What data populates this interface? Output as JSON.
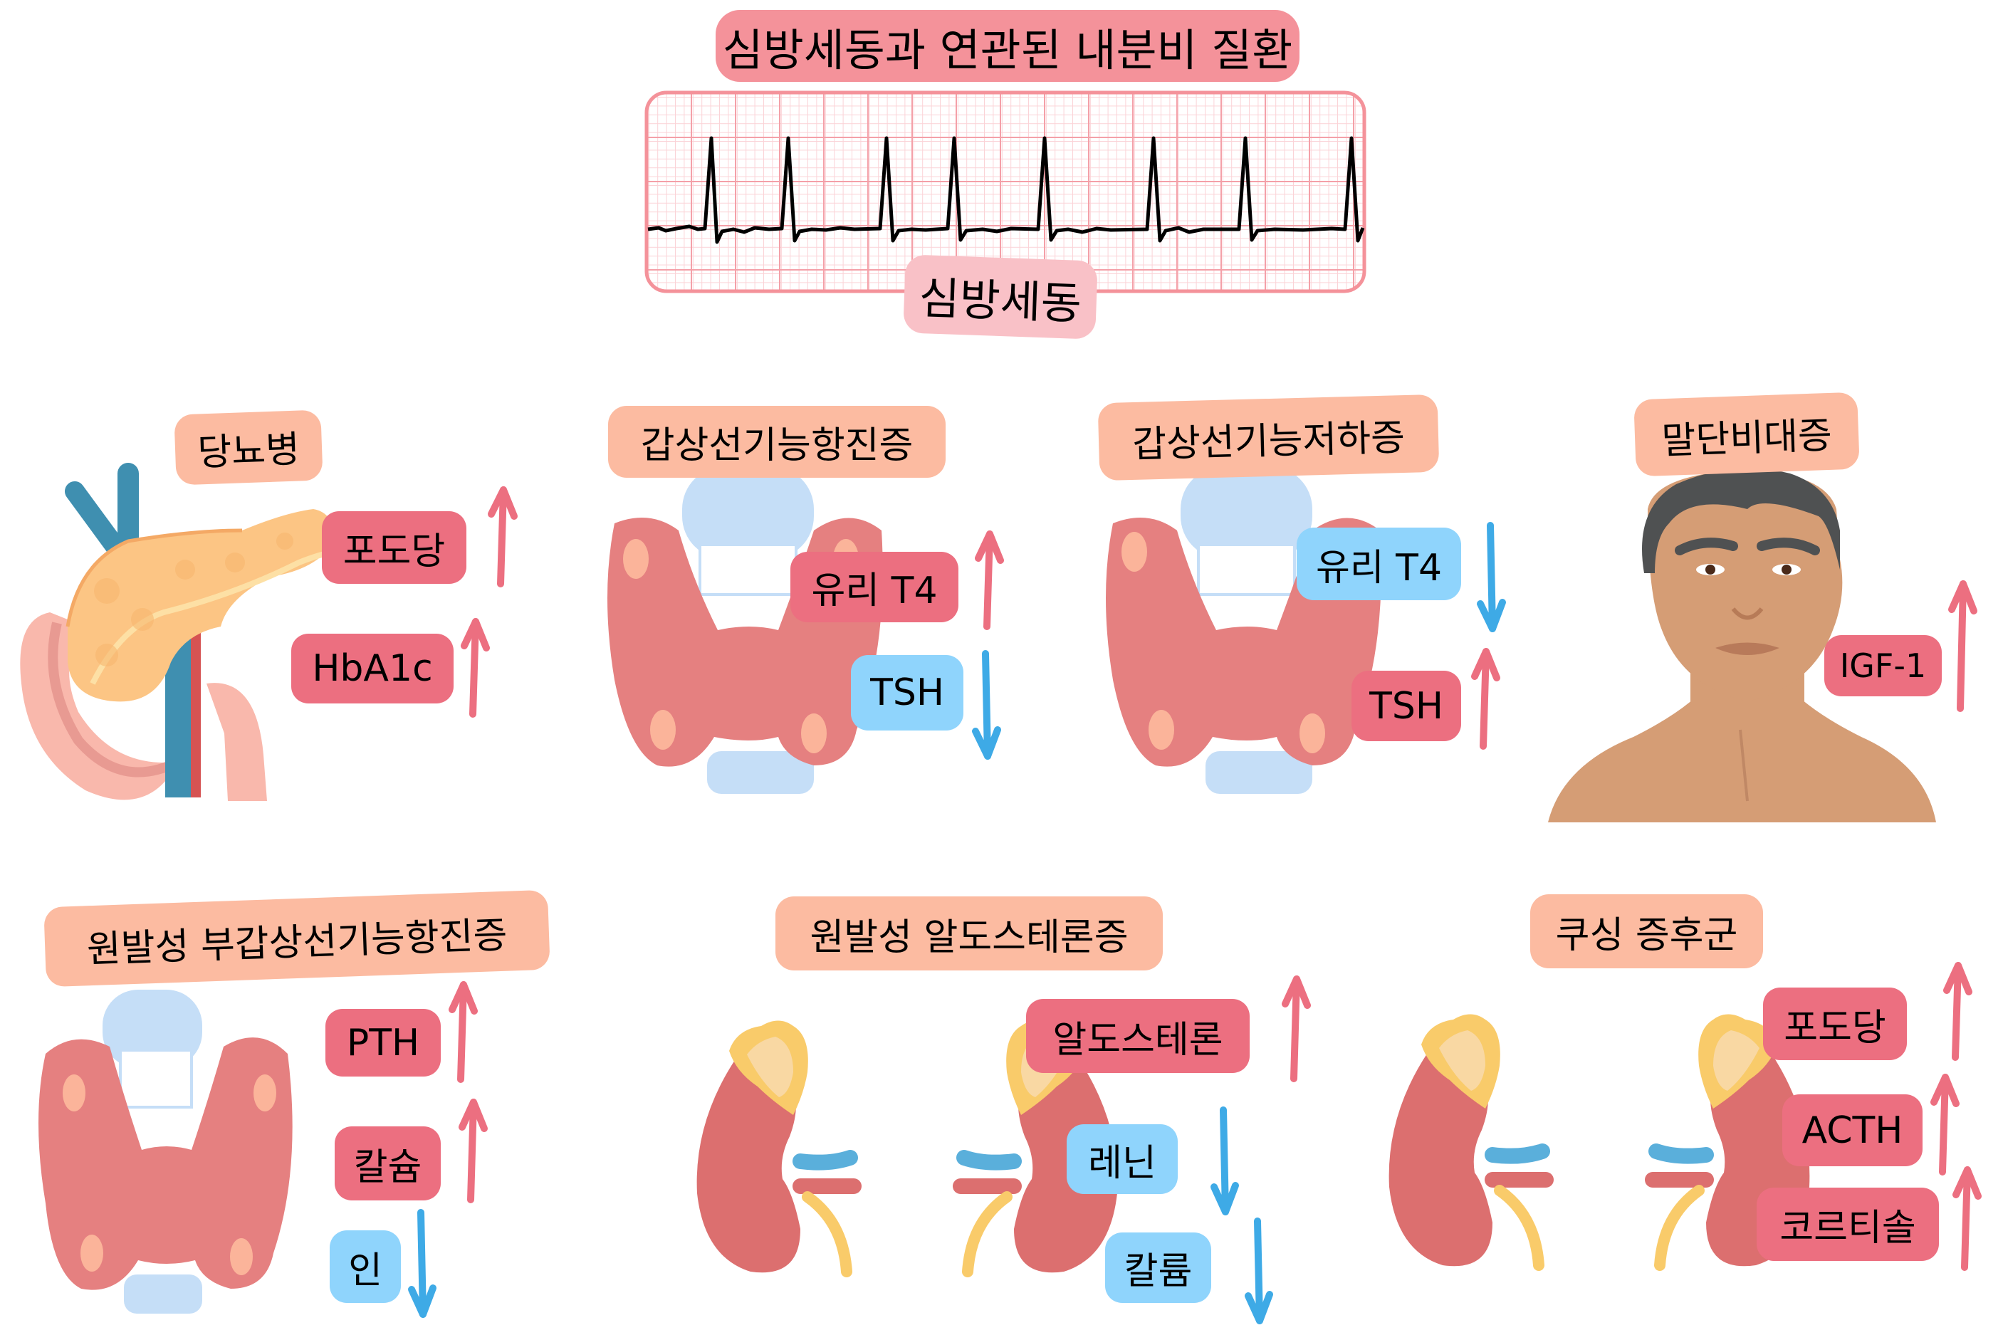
{
  "title": "심방세동과 연관된 내분비 질환",
  "ecg": {
    "label": "심방세동",
    "colors": {
      "paper_border": "#f4929a",
      "major_grid": "#f4a0a8",
      "minor_grid": "#fbd3d7",
      "trace": "#000000"
    }
  },
  "colors": {
    "title_bg": "#f4929a",
    "condition_bg": "#fcbba1",
    "increase_bg": "#ec6f80",
    "decrease_bg": "#8fd4fc",
    "arrow_up": "#ec6f80",
    "arrow_down": "#3eaae6"
  },
  "conditions": [
    {
      "id": "diabetes",
      "name": "당뇨병",
      "illustration": "pancreas",
      "markers": [
        {
          "label": "포도당",
          "direction": "up"
        },
        {
          "label": "HbA1c",
          "direction": "up"
        }
      ]
    },
    {
      "id": "hyperthyroidism",
      "name": "갑상선기능항진증",
      "illustration": "thyroid",
      "markers": [
        {
          "label": "유리 T4",
          "direction": "up"
        },
        {
          "label": "TSH",
          "direction": "down"
        }
      ]
    },
    {
      "id": "hypothyroidism",
      "name": "갑상선기능저하증",
      "illustration": "thyroid",
      "markers": [
        {
          "label": "유리 T4",
          "direction": "down"
        },
        {
          "label": "TSH",
          "direction": "up"
        }
      ]
    },
    {
      "id": "acromegaly",
      "name": "말단비대증",
      "illustration": "face",
      "markers": [
        {
          "label": "IGF-1",
          "direction": "up"
        }
      ]
    },
    {
      "id": "primary-hyperparathyroidism",
      "name": "원발성 부갑상선기능항진증",
      "illustration": "thyroid-parathyroid",
      "markers": [
        {
          "label": "PTH",
          "direction": "up"
        },
        {
          "label": "칼슘",
          "direction": "up"
        },
        {
          "label": "인",
          "direction": "down"
        }
      ]
    },
    {
      "id": "primary-aldosteronism",
      "name": "원발성 알도스테론증",
      "illustration": "kidneys-adrenal",
      "markers": [
        {
          "label": "알도스테론",
          "direction": "up"
        },
        {
          "label": "레닌",
          "direction": "down"
        },
        {
          "label": "칼륨",
          "direction": "down"
        }
      ]
    },
    {
      "id": "cushing-syndrome",
      "name": "쿠싱 증후군",
      "illustration": "kidneys-adrenal",
      "markers": [
        {
          "label": "포도당",
          "direction": "up"
        },
        {
          "label": "ACTH",
          "direction": "up"
        },
        {
          "label": "코르티솔",
          "direction": "up"
        }
      ]
    }
  ]
}
